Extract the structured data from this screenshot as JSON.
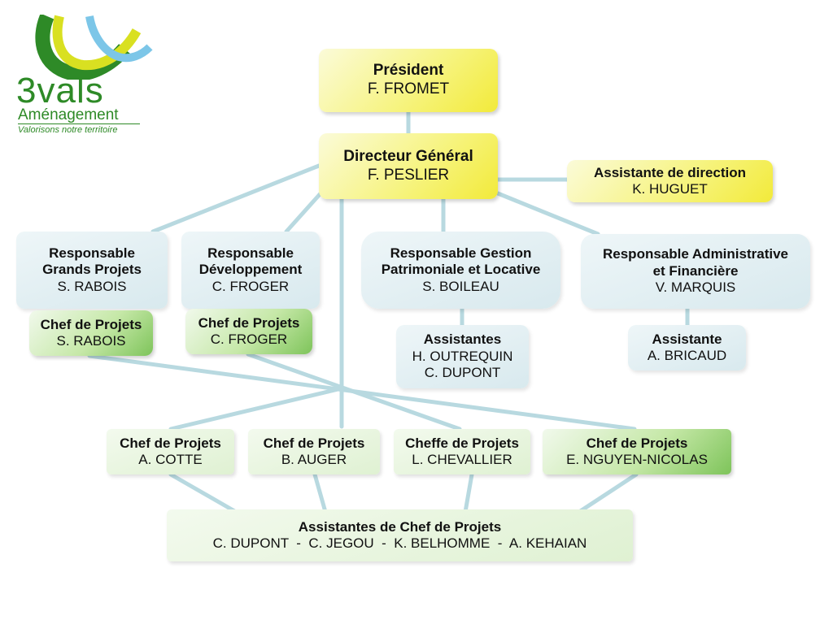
{
  "logo": {
    "name": "3vals",
    "line2": "Aménagement",
    "tagline": "Valorisons notre territoire"
  },
  "president": {
    "title": "Président",
    "name": "F. FROMET"
  },
  "dg": {
    "title": "Directeur Général",
    "name": "F. PESLIER"
  },
  "assistante_direction": {
    "title": "Assistante de direction",
    "name": "K. HUGUET"
  },
  "resp_grands_projets": {
    "title1": "Responsable",
    "title2": "Grands Projets",
    "name": "S. RABOIS"
  },
  "resp_developpement": {
    "title1": "Responsable",
    "title2": "Développement",
    "name": "C. FROGER"
  },
  "resp_gestion": {
    "title1": "Responsable Gestion",
    "title2": "Patrimoniale et Locative",
    "name": "S. BOILEAU"
  },
  "resp_admin": {
    "title1": "Responsable Administrative",
    "title2": "et Financière",
    "name": "V. MARQUIS"
  },
  "chef_rabois": {
    "title": "Chef de Projets",
    "name": "S. RABOIS"
  },
  "chef_froger": {
    "title": "Chef de Projets",
    "name": "C. FROGER"
  },
  "assistantes_gestion": {
    "title": "Assistantes",
    "name1": "H. OUTREQUIN",
    "name2": "C. DUPONT"
  },
  "assistante_admin": {
    "title": "Assistante",
    "name": "A. BRICAUD"
  },
  "chef_cotte": {
    "title": "Chef de Projets",
    "name": "A. COTTE"
  },
  "chef_auger": {
    "title": "Chef de Projets",
    "name": "B. AUGER"
  },
  "cheffe_chevallier": {
    "title": "Cheffe de Projets",
    "name": "L. CHEVALLIER"
  },
  "chef_nguyen": {
    "title": "Chef de Projets",
    "name": "E. NGUYEN-NICOLAS"
  },
  "assistantes_chef": {
    "title": "Assistantes de Chef de Projets",
    "names": "C. DUPONT  -  C. JEGOU  -  K. BELHOMME  -  A. KEHAIAN"
  },
  "colors": {
    "connector": "#b8d9e0",
    "logo_green": "#2e8a27",
    "logo_yellow": "#d9e021",
    "logo_blue": "#7cc6e8"
  }
}
